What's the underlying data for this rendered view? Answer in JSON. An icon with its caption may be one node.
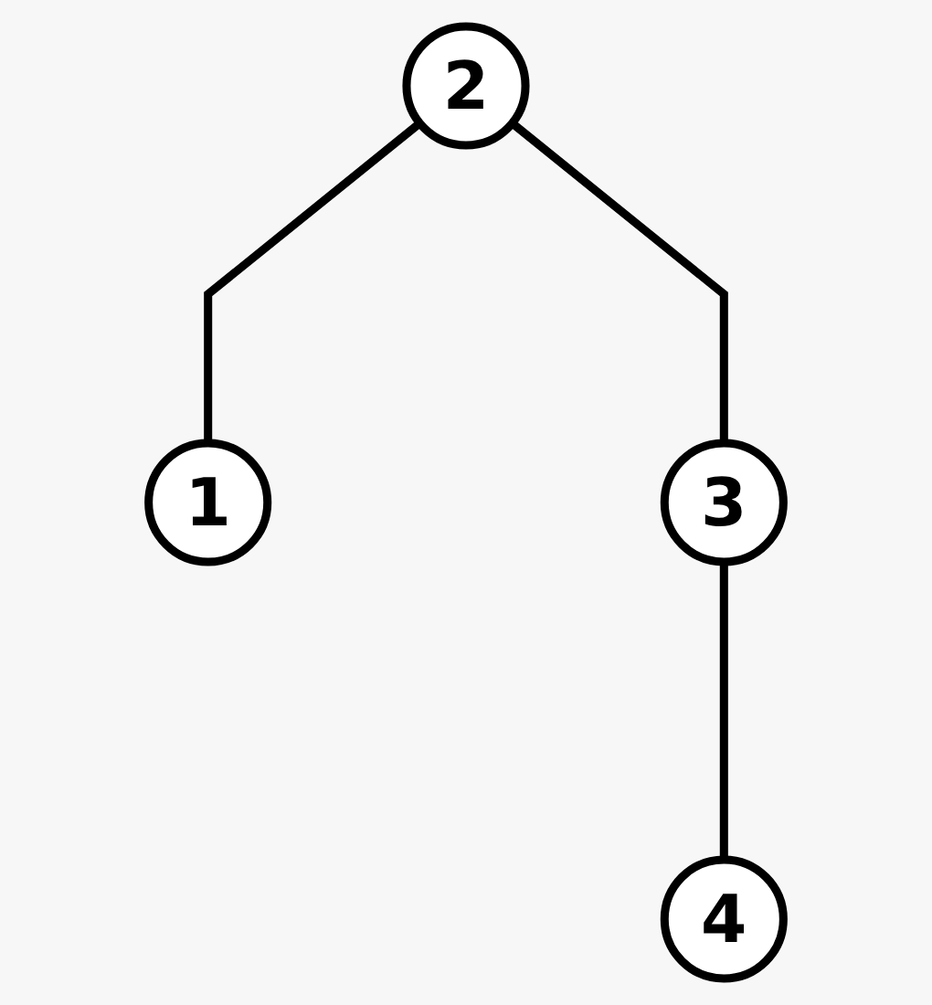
{
  "diagram": {
    "nodes": [
      {
        "text": [
          "2"
        ]
      },
      {
        "text": [
          "3"
        ]
      },
      {
        "text": [
          "1"
        ]
      },
      {
        "text": [
          "4"
        ]
      }
    ],
    "edges": [
      {
        "from": 0,
        "to": 2,
        "arrow": "none"
      },
      {
        "from": 0,
        "to": 1,
        "arrow": "none"
      },
      {
        "from": 1,
        "to": 3,
        "arrow": "none"
      }
    ]
  }
}
